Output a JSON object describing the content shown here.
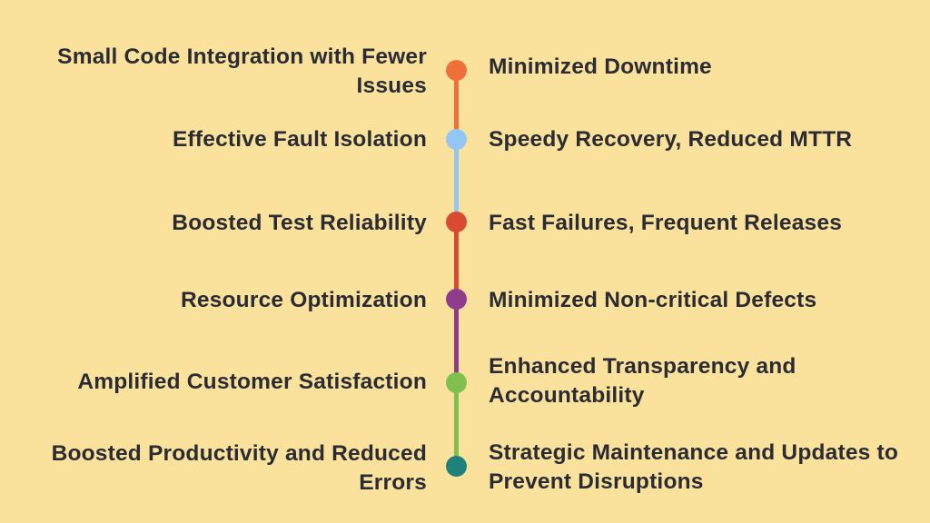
{
  "page": {
    "background_color": "#FAE29C",
    "text_color": "#2B2C33"
  },
  "timeline": {
    "orientation": "vertical",
    "rows": [
      {
        "left_label": "Small Code Integration with Fewer Issues",
        "right_label": "Minimized Downtime",
        "dot_color": "#F0703A",
        "dot_name": "orange-dot"
      },
      {
        "left_label": "Effective Fault Isolation",
        "right_label": "Speedy Recovery, Reduced MTTR",
        "dot_color": "#93C6F4",
        "dot_name": "light-blue-dot"
      },
      {
        "left_label": "Boosted Test Reliability",
        "right_label": "Fast Failures, Frequent Releases",
        "dot_color": "#D84B32",
        "dot_name": "red-dot"
      },
      {
        "left_label": "Resource Optimization",
        "right_label": "Minimized Non-critical Defects",
        "dot_color": "#8E3C8B",
        "dot_name": "purple-dot"
      },
      {
        "left_label": "Amplified Customer Satisfaction",
        "right_label": "Enhanced Transparency and Accountability",
        "dot_color": "#7FC04F",
        "dot_name": "green-dot"
      },
      {
        "left_label": "Boosted Productivity and Reduced Errors",
        "right_label": "Strategic Maintenance and Updates to Prevent Disruptions",
        "dot_color": "#1F827A",
        "dot_name": "teal-dot"
      }
    ]
  }
}
